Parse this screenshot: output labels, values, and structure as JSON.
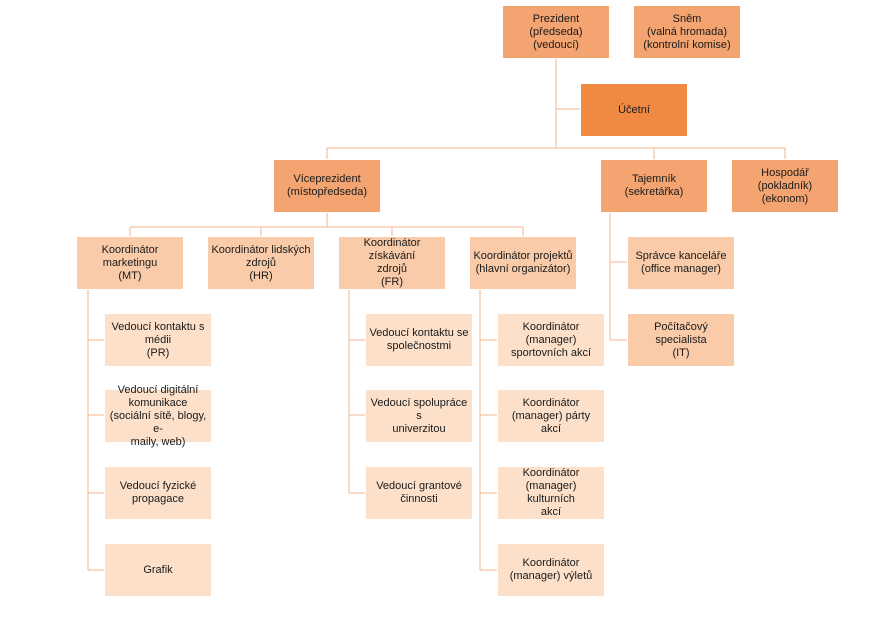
{
  "nodes": {
    "president": "Prezident\n(předseda)\n(vedoucí)",
    "snem": "Sněm\n(valná hromada)\n(kontrolní komise)",
    "ucetni": "Účetní",
    "viceprezident": "Víceprezident\n(místopředseda)",
    "tajemnik": "Tajemník\n(sekretářka)",
    "hospodar": "Hospodář\n(pokladník)\n(ekonom)",
    "koord_mt": "Koordinátor\nmarketingu\n(MT)",
    "koord_hr": "Koordinátor lidských\nzdrojů\n(HR)",
    "koord_fr": "Koordinátor získávání\nzdrojů\n(FR)",
    "koord_projektu": "Koordinátor projektů\n(hlavní organizátor)",
    "spravce": "Správce kanceláře\n(office manager)",
    "pocitacovy": "Počítačový specialista\n(IT)",
    "ved_media": "Vedoucí kontaktu s\nmédii\n(PR)",
    "ved_digital": "Vedoucí digitální\nkomunikace\n(sociální sítě, blogy, e-\nmaily, web)",
    "ved_fyzicke": "Vedoucí fyzické\npropagace",
    "grafik": "Grafik",
    "ved_spolecnosti": "Vedoucí kontaktu se\nspolečnostmi",
    "ved_univerzitou": "Vedoucí spolupráce s\nuniverzitou",
    "ved_granty": "Vedoucí grantové\nčinnosti",
    "koord_sport": "Koordinátor\n(manager)\nsportovních akcí",
    "koord_party": "Koordinátor\n(manager) párty akcí",
    "koord_kultura": "Koordinátor\n(manager) kulturních\nakcí",
    "koord_vylety": "Koordinátor\n(manager) výletů"
  },
  "colors": {
    "top": "#f4a470",
    "accountant": "#f08a43",
    "middle": "#f9cba9",
    "leaf": "#fce0ca",
    "connector": "#f2b48c"
  }
}
